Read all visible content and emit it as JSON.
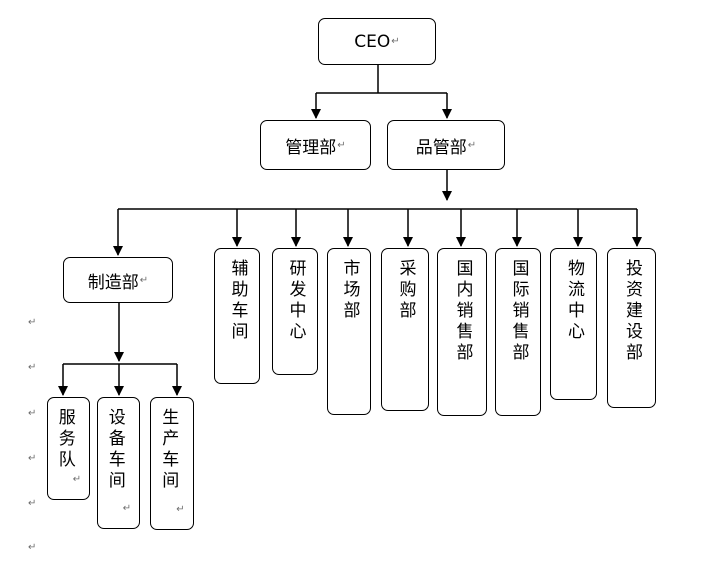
{
  "nodes": {
    "ceo": "CEO",
    "mgmt": "管理部",
    "qc": "品管部",
    "mfg": "制造部",
    "aux": "辅助车间",
    "rnd": "研发中心",
    "market": "市场部",
    "purchase": "采购部",
    "dom_sales": "国内销售部",
    "intl_sales": "国际销售部",
    "logistics": "物流中心",
    "invest": "投资建设部",
    "service": "服务队",
    "equip": "设备车间",
    "prod": "生产车间"
  },
  "paragraph_mark": "↵"
}
